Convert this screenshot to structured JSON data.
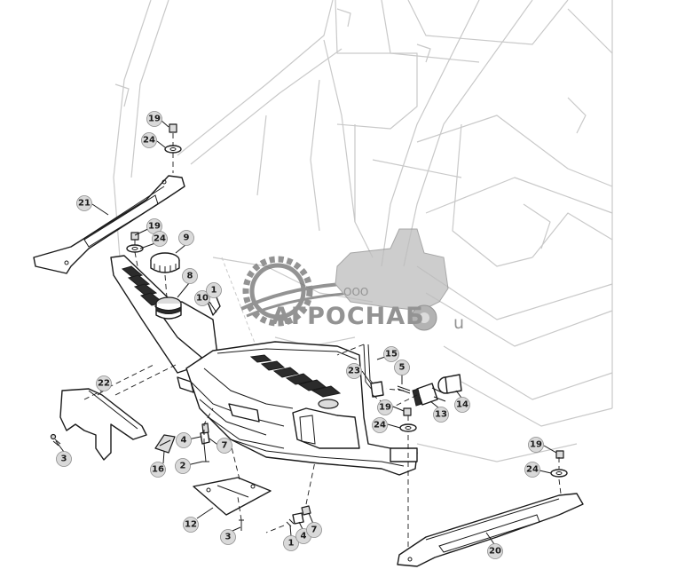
{
  "watermark": {
    "company_prefix": "ООО",
    "company_name": "АГРОСНАБ",
    "suffix": "u"
  },
  "callouts": [
    {
      "id": "c19a",
      "label": "19"
    },
    {
      "id": "c24a",
      "label": "24"
    },
    {
      "id": "c21",
      "label": "21"
    },
    {
      "id": "c19b",
      "label": "19"
    },
    {
      "id": "c24b",
      "label": "24"
    },
    {
      "id": "c9",
      "label": "9"
    },
    {
      "id": "c8",
      "label": "8"
    },
    {
      "id": "c10",
      "label": "10"
    },
    {
      "id": "c11",
      "label": "1"
    },
    {
      "id": "c22",
      "label": "22"
    },
    {
      "id": "c3a",
      "label": "3"
    },
    {
      "id": "c4a",
      "label": "4"
    },
    {
      "id": "c7a",
      "label": "7"
    },
    {
      "id": "c16",
      "label": "16"
    },
    {
      "id": "c2",
      "label": "2"
    },
    {
      "id": "c12",
      "label": "12"
    },
    {
      "id": "c3b",
      "label": "3"
    },
    {
      "id": "c1",
      "label": "1"
    },
    {
      "id": "c4b",
      "label": "4"
    },
    {
      "id": "c7b",
      "label": "7"
    },
    {
      "id": "c23",
      "label": "23"
    },
    {
      "id": "c15",
      "label": "15"
    },
    {
      "id": "c5",
      "label": "5"
    },
    {
      "id": "c19c",
      "label": "19"
    },
    {
      "id": "c13",
      "label": "13"
    },
    {
      "id": "c14",
      "label": "14"
    },
    {
      "id": "c24c",
      "label": "24"
    },
    {
      "id": "c19d",
      "label": "19"
    },
    {
      "id": "c24d",
      "label": "24"
    },
    {
      "id": "c20",
      "label": "20"
    }
  ],
  "colors": {
    "line": "#1a1a1a",
    "ghost": "#c9c9c9",
    "callout_fill": "#d9d9d9",
    "watermark": "#6f6f6f"
  }
}
